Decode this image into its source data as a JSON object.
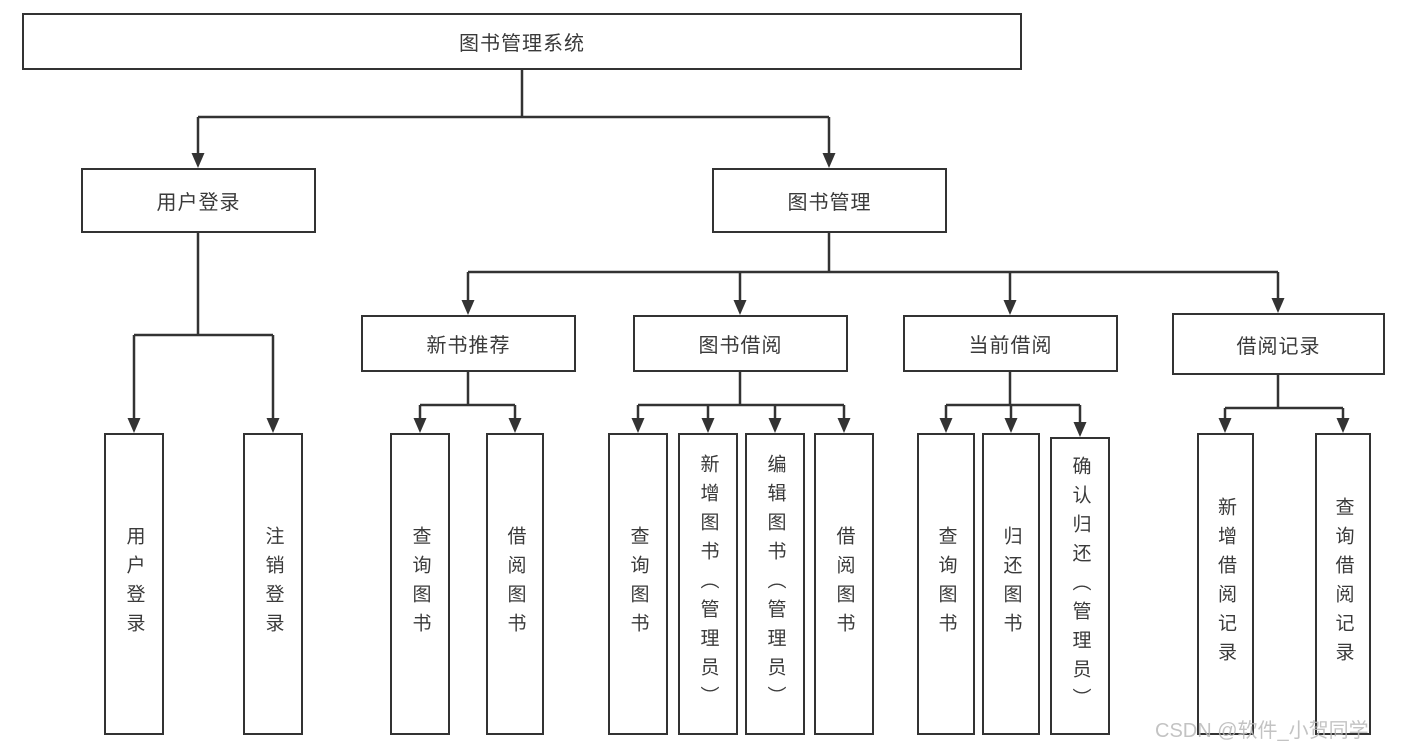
{
  "diagram": {
    "title": "图书管理系统",
    "level2": [
      {
        "label": "用户登录"
      },
      {
        "label": "图书管理"
      }
    ],
    "level3": [
      {
        "label": "新书推荐"
      },
      {
        "label": "图书借阅"
      },
      {
        "label": "当前借阅"
      },
      {
        "label": "借阅记录"
      }
    ],
    "leaves": [
      {
        "label": "用户登录",
        "parent": "用户登录"
      },
      {
        "label": "注销登录",
        "parent": "用户登录"
      },
      {
        "label": "查询图书",
        "parent": "新书推荐"
      },
      {
        "label": "借阅图书",
        "parent": "新书推荐"
      },
      {
        "label": "查询图书",
        "parent": "图书借阅"
      },
      {
        "label": "新增图书（管理员）",
        "parent": "图书借阅"
      },
      {
        "label": "编辑图书（管理员）",
        "parent": "图书借阅"
      },
      {
        "label": "借阅图书",
        "parent": "图书借阅"
      },
      {
        "label": "查询图书",
        "parent": "当前借阅"
      },
      {
        "label": "归还图书",
        "parent": "当前借阅"
      },
      {
        "label": "确认归还（管理员）",
        "parent": "当前借阅"
      },
      {
        "label": "新增借阅记录",
        "parent": "借阅记录"
      },
      {
        "label": "查询借阅记录",
        "parent": "借阅记录"
      }
    ]
  },
  "watermark": "CSDN @软件_小贺同学",
  "colors": {
    "line": "#333333",
    "text": "#3a3a3a",
    "watermark": "#b9b9b9",
    "background": "#ffffff"
  }
}
